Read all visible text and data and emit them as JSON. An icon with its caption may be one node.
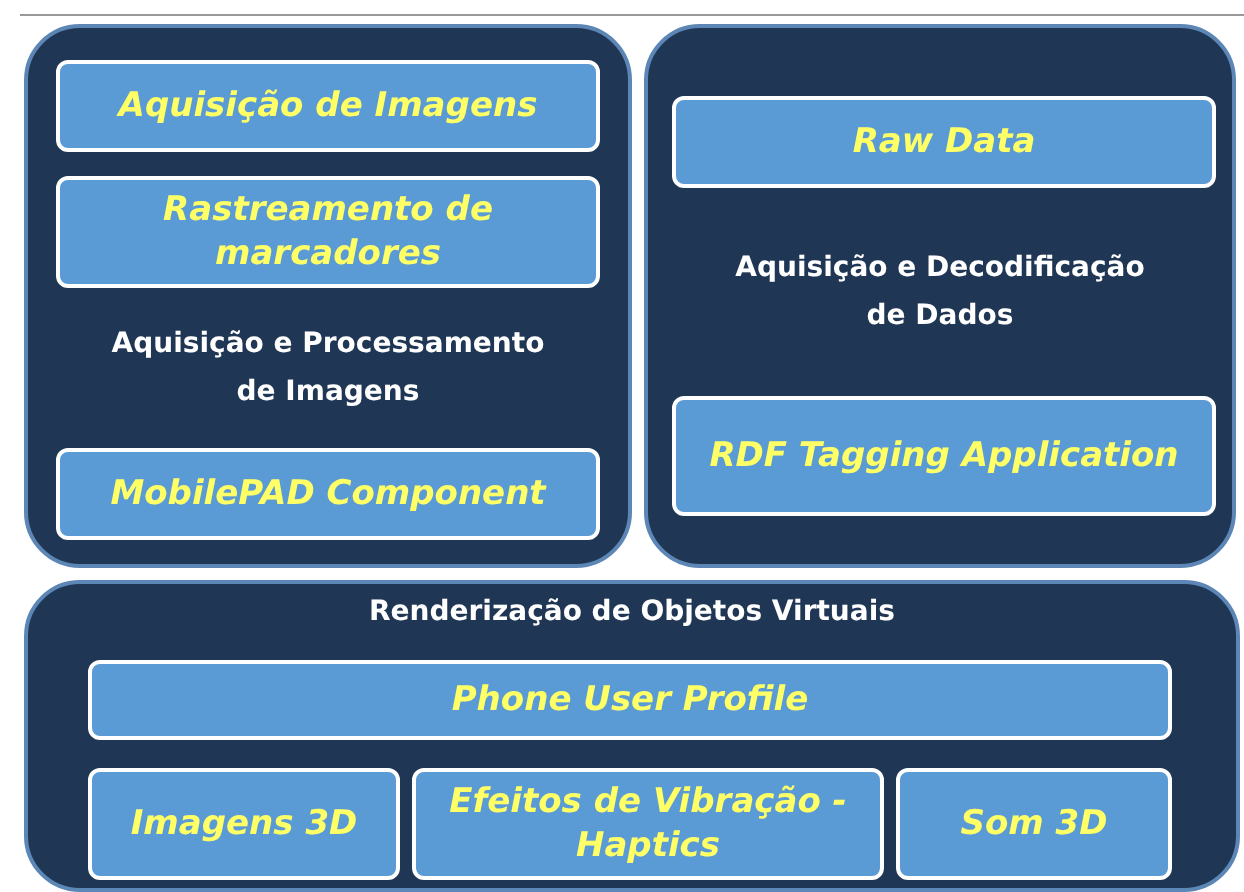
{
  "diagram": {
    "nodes": [
      {
        "text": [
          "Aquisição e Processamento de Imagens"
        ]
      },
      {
        "text": [
          "Aquisição de Imagens"
        ],
        "in": 0
      },
      {
        "text": [
          "Rastreamento de marcadores"
        ],
        "in": 0
      },
      {
        "text": [
          "MobilePAD Component"
        ],
        "in": 0
      },
      {
        "text": [
          "Aquisição e Decodificação de Dados"
        ]
      },
      {
        "text": [
          "Raw Data"
        ],
        "in": 4
      },
      {
        "text": [
          "RDF Tagging Application"
        ],
        "in": 4
      },
      {
        "text": [
          "Renderização de Objetos Virtuais"
        ]
      },
      {
        "text": [
          "Phone User Profile"
        ],
        "in": 7
      },
      {
        "text": [
          "Imagens 3D"
        ],
        "in": 7
      },
      {
        "text": [
          "Efeitos de Vibração - Haptics"
        ],
        "in": 7
      },
      {
        "text": [
          "Som 3D"
        ],
        "in": 7
      }
    ]
  }
}
